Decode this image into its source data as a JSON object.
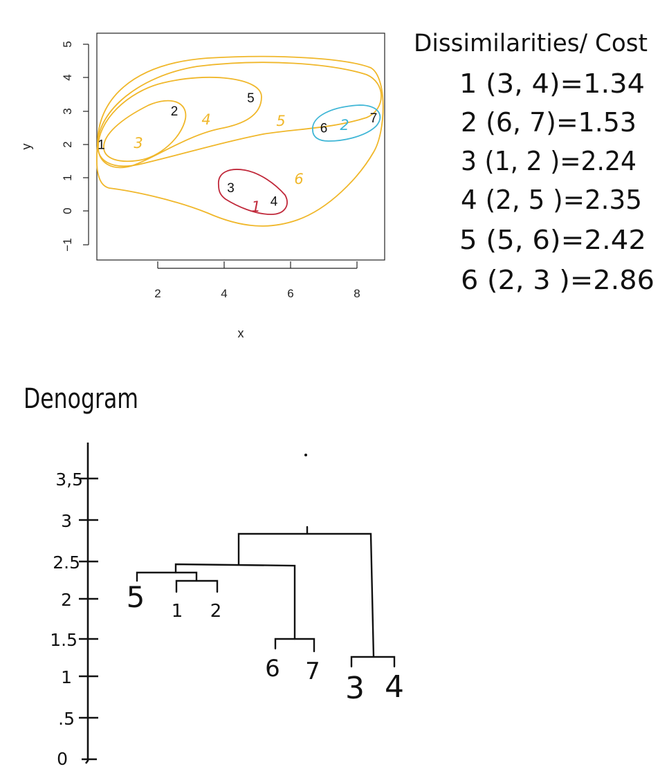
{
  "scatter": {
    "x_axis_label": "x",
    "y_axis_label": "y",
    "x_ticks": [
      "2",
      "4",
      "6",
      "8"
    ],
    "y_ticks": [
      "5",
      "4",
      "3",
      "2",
      "1",
      "0",
      "−1"
    ],
    "points": [
      {
        "label": "1",
        "x": 0.3,
        "y": 2.0
      },
      {
        "label": "2",
        "x": 2.5,
        "y": 3.0
      },
      {
        "label": "3",
        "x": 4.2,
        "y": 0.7
      },
      {
        "label": "4",
        "x": 5.5,
        "y": 0.3
      },
      {
        "label": "5",
        "x": 4.8,
        "y": 3.4
      },
      {
        "label": "6",
        "x": 7.0,
        "y": 2.5
      },
      {
        "label": "7",
        "x": 8.5,
        "y": 2.8
      }
    ],
    "cluster_labels": [
      {
        "text": "1",
        "color": "#c0283a"
      },
      {
        "text": "2",
        "color": "#3fb6d6"
      },
      {
        "text": "3",
        "color": "#f0b72a"
      },
      {
        "text": "4",
        "color": "#f0b72a"
      },
      {
        "text": "5",
        "color": "#f0b72a"
      },
      {
        "text": "6",
        "color": "#f0b72a"
      }
    ],
    "colors": {
      "red": "#c0283a",
      "blue": "#3fb6d6",
      "orange": "#f0b72a"
    }
  },
  "dissimilarities": {
    "title": "Dissimilarities/ Cost",
    "rows": [
      "1 (3, 4)=1.34",
      "2 (6, 7)=1.53",
      "3 (1, 2 )=2.24",
      "4 (2, 5 )=2.35",
      "5 (5, 6)=2.42",
      "6 (2, 3 )=2.86"
    ]
  },
  "dendrogram": {
    "title": "Denogram",
    "y_ticks": [
      "3,5",
      "3",
      "2.5",
      "2",
      "1.5",
      "1",
      ".5",
      "0"
    ],
    "leaves": [
      "5",
      "1",
      "2",
      "6",
      "7",
      "3",
      "4"
    ]
  }
}
